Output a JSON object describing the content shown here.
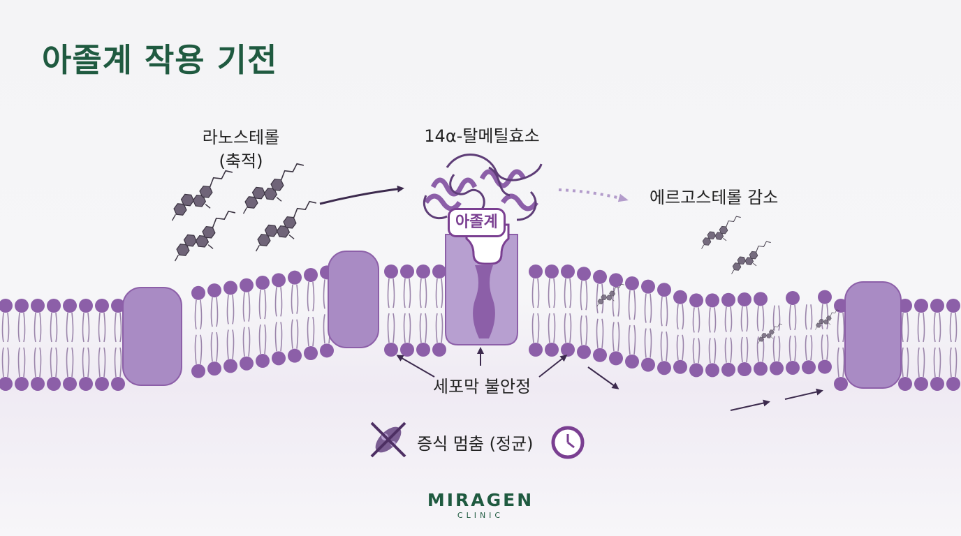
{
  "title": "아졸계 작용 기전",
  "labels": {
    "lanosterol": "라노스테롤",
    "lanosterol_sub": "(축적)",
    "enzyme": "14α-탈메틸효소",
    "ergosterol": "에르고스테롤 감소",
    "membrane": "세포막 불안정",
    "fungistatic": "증식 멈춤 (정균)"
  },
  "azole_tag": "아졸계",
  "brand": {
    "name": "MIRAGEN",
    "sub": "CLINIC"
  },
  "icons": [
    "no-growth-icon",
    "clock-icon"
  ],
  "colors": {
    "title": "#1f5a40",
    "membrane_head": "#8c5fa8",
    "protein": "#a98bc4",
    "accent": "#7a3f91"
  }
}
